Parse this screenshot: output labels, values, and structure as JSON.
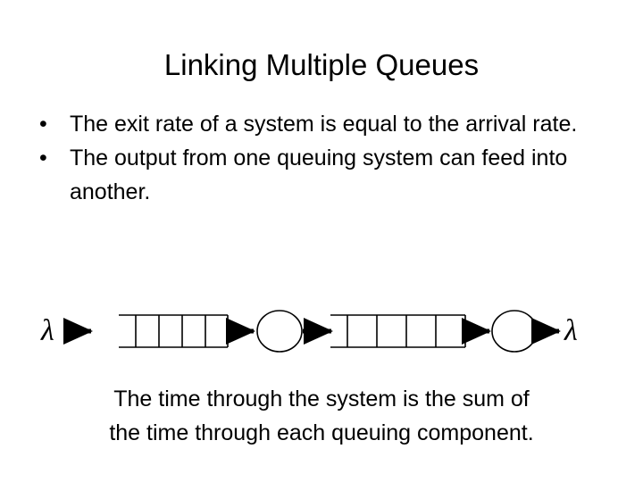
{
  "slide": {
    "title": "Linking Multiple Queues",
    "background_color": "#ffffff",
    "text_color": "#000000"
  },
  "bullets": [
    {
      "marker": "•",
      "text": "The exit rate of a system is equal to the arrival rate."
    },
    {
      "marker": "•",
      "text": "The output from one queuing system can feed into another."
    }
  ],
  "diagram": {
    "type": "queueing-network",
    "description": "Two tandem single-server queueing systems linked in series",
    "stroke_color": "#000000",
    "arrival_label": "λ",
    "departure_label": "λ",
    "stages": [
      {
        "name": "queue-1",
        "kind": "queue-buffer",
        "cells": 4,
        "open_side": "left"
      },
      {
        "name": "server-1",
        "kind": "server-circle"
      },
      {
        "name": "queue-2",
        "kind": "queue-buffer",
        "cells": 4,
        "open_side": "left"
      },
      {
        "name": "server-2",
        "kind": "server-circle"
      }
    ],
    "arrow_count": 5
  },
  "caption": {
    "line1": "The time through the system is the sum of",
    "line2": "the time through each queuing component."
  }
}
